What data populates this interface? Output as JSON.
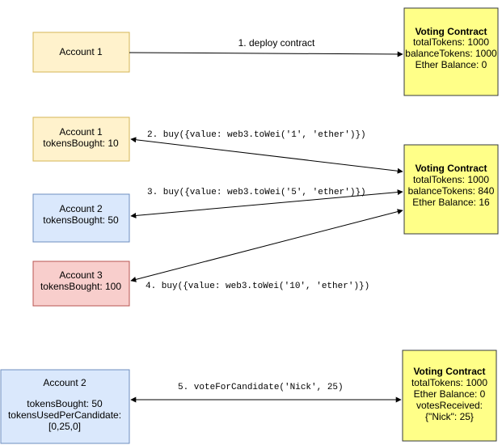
{
  "colors": {
    "account_fill": "#fff2cc",
    "account_stroke": "#d6b656",
    "blue_fill": "#dae8fc",
    "blue_stroke": "#6c8ebf",
    "red_fill": "#f8cecc",
    "red_stroke": "#b85450",
    "contract_fill": "#ffff88",
    "contract_stroke": "#36393d",
    "line": "#000000"
  },
  "scene1": {
    "account": {
      "line1": "Account 1"
    },
    "contract": {
      "title": "Voting Contract",
      "line1": "totalTokens: 1000",
      "line2": "balanceTokens: 1000",
      "line3": "Ether Balance: 0"
    },
    "edge_label": "1. deploy contract"
  },
  "scene2": {
    "account1": {
      "line1": "Account 1",
      "line2": "tokensBought: 10"
    },
    "account2": {
      "line1": "Account 2",
      "line2": "tokensBought: 50"
    },
    "account3": {
      "line1": "Account 3",
      "line2": "tokensBought: 100"
    },
    "contract": {
      "title": "Voting Contract",
      "line1": "totalTokens: 1000",
      "line2": "balanceTokens: 840",
      "line3": "Ether Balance: 16"
    },
    "edge2": "2. buy({value: web3.toWei('1', 'ether')})",
    "edge3": "3. buy({value: web3.toWei('5', 'ether')})",
    "edge4": "4. buy({value: web3.toWei('10', 'ether')})"
  },
  "scene3": {
    "account": {
      "line1": "Account 2",
      "line2": "tokensBought: 50",
      "line3": "tokensUsedPerCandidate:",
      "line4": "[0,25,0]"
    },
    "contract": {
      "title": "Voting Contract",
      "line1": "totalTokens: 1000",
      "line2": "Ether Balance: 0",
      "line3": "votesReceived:",
      "line4": "{\"Nick\": 25}"
    },
    "edge5": "5. voteForCandidate('Nick', 25)"
  }
}
